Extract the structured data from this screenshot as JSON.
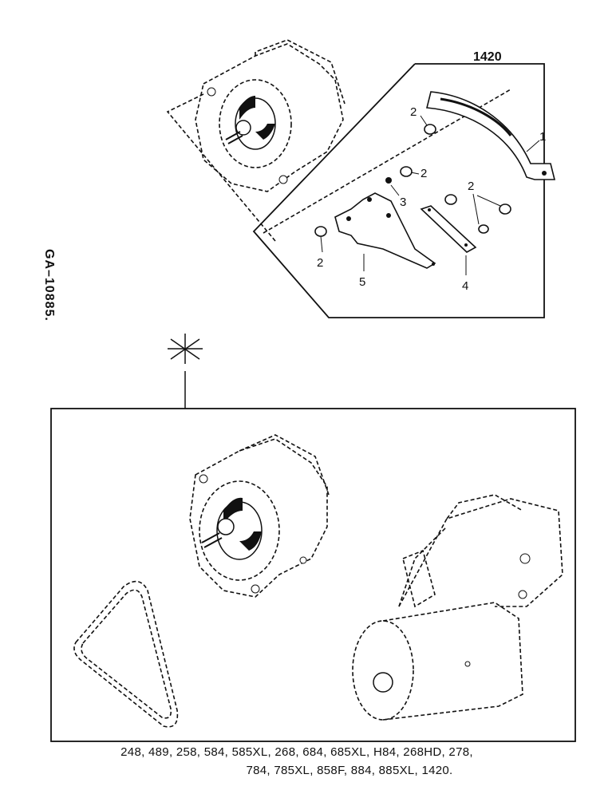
{
  "drawing": {
    "reference_code": "GA–10885.",
    "top_panel_label": "1420",
    "callouts": {
      "c1": "1",
      "c2a": "2",
      "c2b": "2",
      "c2c": "2",
      "c2d": "2",
      "c3": "3",
      "c4": "4",
      "c5": "5"
    },
    "model_list_line1": "248, 489, 258, 584, 585XL, 268,  684, 685XL, H84,  268HD, 278,",
    "model_list_line2": "784, 785XL, 858F, 884, 885XL, 1420."
  }
}
